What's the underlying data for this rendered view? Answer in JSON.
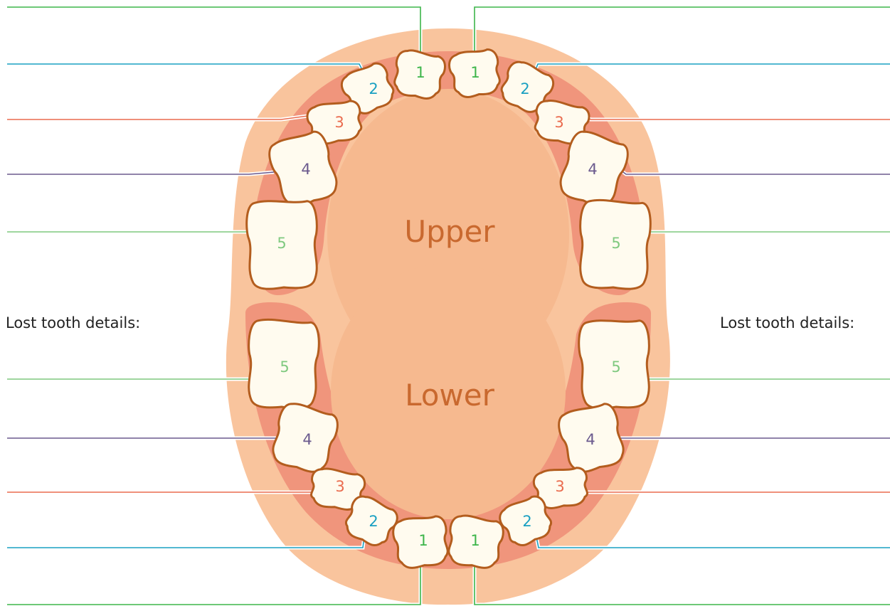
{
  "labels": {
    "upper": "Upper",
    "lower": "Lower",
    "details_left": "Lost tooth details:",
    "details_right": "Lost tooth details:"
  },
  "colors": {
    "face": "#f9c49d",
    "inner": "#f6b98f",
    "gum": "#f0957c",
    "tooth_fill": "#fffbef",
    "tooth_stroke": "#b35d1e",
    "label_text": "#c9692f",
    "tooth_1": "#3db54a",
    "tooth_2": "#1aa0c2",
    "tooth_3": "#ea6c4f",
    "tooth_4": "#6b5a8e",
    "tooth_5": "#7fc97f"
  },
  "teeth": [
    {
      "arch": "upper",
      "side": "left",
      "number": "1"
    },
    {
      "arch": "upper",
      "side": "left",
      "number": "2"
    },
    {
      "arch": "upper",
      "side": "left",
      "number": "3"
    },
    {
      "arch": "upper",
      "side": "left",
      "number": "4"
    },
    {
      "arch": "upper",
      "side": "left",
      "number": "5"
    },
    {
      "arch": "upper",
      "side": "right",
      "number": "1"
    },
    {
      "arch": "upper",
      "side": "right",
      "number": "2"
    },
    {
      "arch": "upper",
      "side": "right",
      "number": "3"
    },
    {
      "arch": "upper",
      "side": "right",
      "number": "4"
    },
    {
      "arch": "upper",
      "side": "right",
      "number": "5"
    },
    {
      "arch": "lower",
      "side": "left",
      "number": "5"
    },
    {
      "arch": "lower",
      "side": "left",
      "number": "4"
    },
    {
      "arch": "lower",
      "side": "left",
      "number": "3"
    },
    {
      "arch": "lower",
      "side": "left",
      "number": "2"
    },
    {
      "arch": "lower",
      "side": "left",
      "number": "1"
    },
    {
      "arch": "lower",
      "side": "right",
      "number": "5"
    },
    {
      "arch": "lower",
      "side": "right",
      "number": "4"
    },
    {
      "arch": "lower",
      "side": "right",
      "number": "3"
    },
    {
      "arch": "lower",
      "side": "right",
      "number": "2"
    },
    {
      "arch": "lower",
      "side": "right",
      "number": "1"
    }
  ]
}
